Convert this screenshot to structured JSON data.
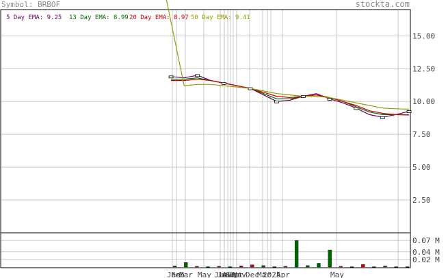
{
  "header": {
    "symbol_label": "Symbol: BRBOF",
    "site": "stockta.com"
  },
  "legend": [
    {
      "label": "5 Day EMA:",
      "value": "9.25",
      "color": "#660066"
    },
    {
      "label": "13 Day EMA:",
      "value": "8.99",
      "color": "#006600"
    },
    {
      "label": "20 Day EMA:",
      "value": "8.97",
      "color": "#cc0000"
    },
    {
      "label": "50 Day EMA:",
      "value": "9.41",
      "color": "#999900"
    }
  ],
  "colors": {
    "header_text": "#8a8a8a",
    "grid": "#c8c8c8",
    "up_volume": "#006600",
    "down_volume": "#cc0000",
    "axis_text": "#444444"
  },
  "chart_data": [
    {
      "type": "line",
      "name": "price",
      "y_ticks": [
        "15.00",
        "12.50",
        "10.00",
        "7.50",
        "5.00",
        "2.50"
      ],
      "x_tick_labels": [
        "Jan",
        "Feb",
        "Mar",
        "May",
        "Jun",
        "Jul",
        "Aug",
        "Sep",
        "Oct",
        "Nov",
        "Dec",
        "Mar",
        "2025",
        "Apr",
        "May"
      ],
      "ylim": [
        0,
        17
      ],
      "grid": true,
      "series": [
        {
          "name": "5 Day EMA",
          "values": [
            11.9,
            11.8,
            12.0,
            11.6,
            11.4,
            11.2,
            11.0,
            10.5,
            10.0,
            10.1,
            10.4,
            10.6,
            10.2,
            9.9,
            9.5,
            9.0,
            8.8,
            9.0,
            9.25
          ]
        },
        {
          "name": "13 Day EMA",
          "values": [
            11.7,
            11.7,
            11.8,
            11.6,
            11.4,
            11.2,
            11.0,
            10.6,
            10.2,
            10.2,
            10.4,
            10.5,
            10.3,
            10.0,
            9.6,
            9.2,
            9.0,
            9.0,
            8.99
          ]
        },
        {
          "name": "20 Day EMA",
          "values": [
            11.6,
            11.6,
            11.7,
            11.6,
            11.4,
            11.2,
            11.0,
            10.7,
            10.4,
            10.3,
            10.4,
            10.5,
            10.3,
            10.0,
            9.7,
            9.3,
            9.1,
            9.0,
            8.97
          ]
        },
        {
          "name": "50 Day EMA",
          "values": [
            100,
            11.2,
            11.3,
            11.3,
            11.2,
            11.1,
            11.0,
            10.8,
            10.6,
            10.5,
            10.4,
            10.4,
            10.3,
            10.1,
            9.9,
            9.7,
            9.5,
            9.45,
            9.41
          ]
        }
      ]
    },
    {
      "type": "bar",
      "name": "volume",
      "y_ticks": [
        "0.07 M",
        "0.04 M",
        "0.02 M"
      ],
      "ylim": [
        0,
        0.09
      ],
      "values": [
        0.003,
        0.012,
        0.002,
        0.001,
        0.002,
        0.001,
        0.003,
        0.006,
        0.004,
        0.001,
        0.002,
        0.07,
        0.004,
        0.01,
        0.045,
        0.002,
        0.001,
        0.007,
        0.001,
        0.003,
        0.001,
        0.001
      ],
      "directions": [
        "up",
        "up",
        "down",
        "up",
        "down",
        "up",
        "down",
        "down",
        "up",
        "up",
        "down",
        "up",
        "up",
        "up",
        "up",
        "down",
        "up",
        "down",
        "up",
        "up",
        "up",
        "up"
      ]
    }
  ]
}
